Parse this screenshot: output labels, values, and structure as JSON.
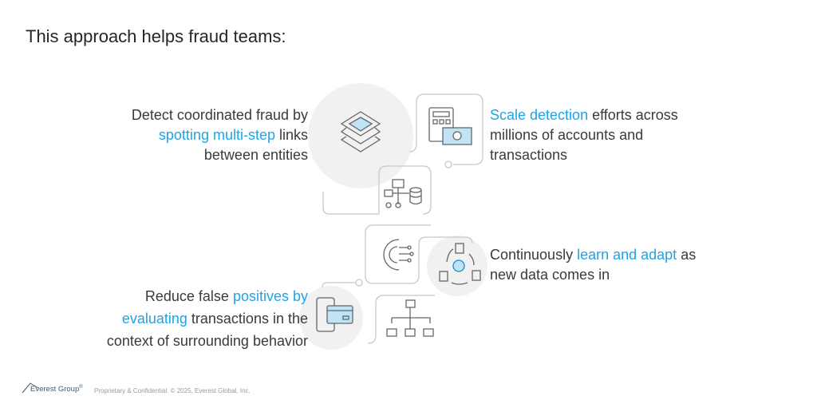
{
  "title": "This approach helps fraud teams:",
  "items": [
    {
      "pre": "Detect coordinated fraud by",
      "hl": "spotting multi-step",
      "post": " links",
      "line3": "between entities"
    },
    {
      "hl": "Scale detection",
      "post": " efforts across",
      "line2": "millions of accounts and",
      "line3": "transactions"
    },
    {
      "pre": "Continuously ",
      "hl": "learn and adapt",
      "post": " as",
      "line2": "new data comes in"
    },
    {
      "pre": "Reduce false ",
      "hl": "positives by",
      "hl2": "evaluating",
      "post": " transactions in the",
      "line3": "context of surrounding behavior"
    }
  ],
  "footer": {
    "logo": "Everest Group",
    "reg": "®",
    "text": "Proprietary & Confidential. © 2025, Everest Global, Inc."
  },
  "colors": {
    "accent": "#1fa4e6",
    "icon_fill": "#bfe3f7",
    "line": "#c8c8c8"
  }
}
